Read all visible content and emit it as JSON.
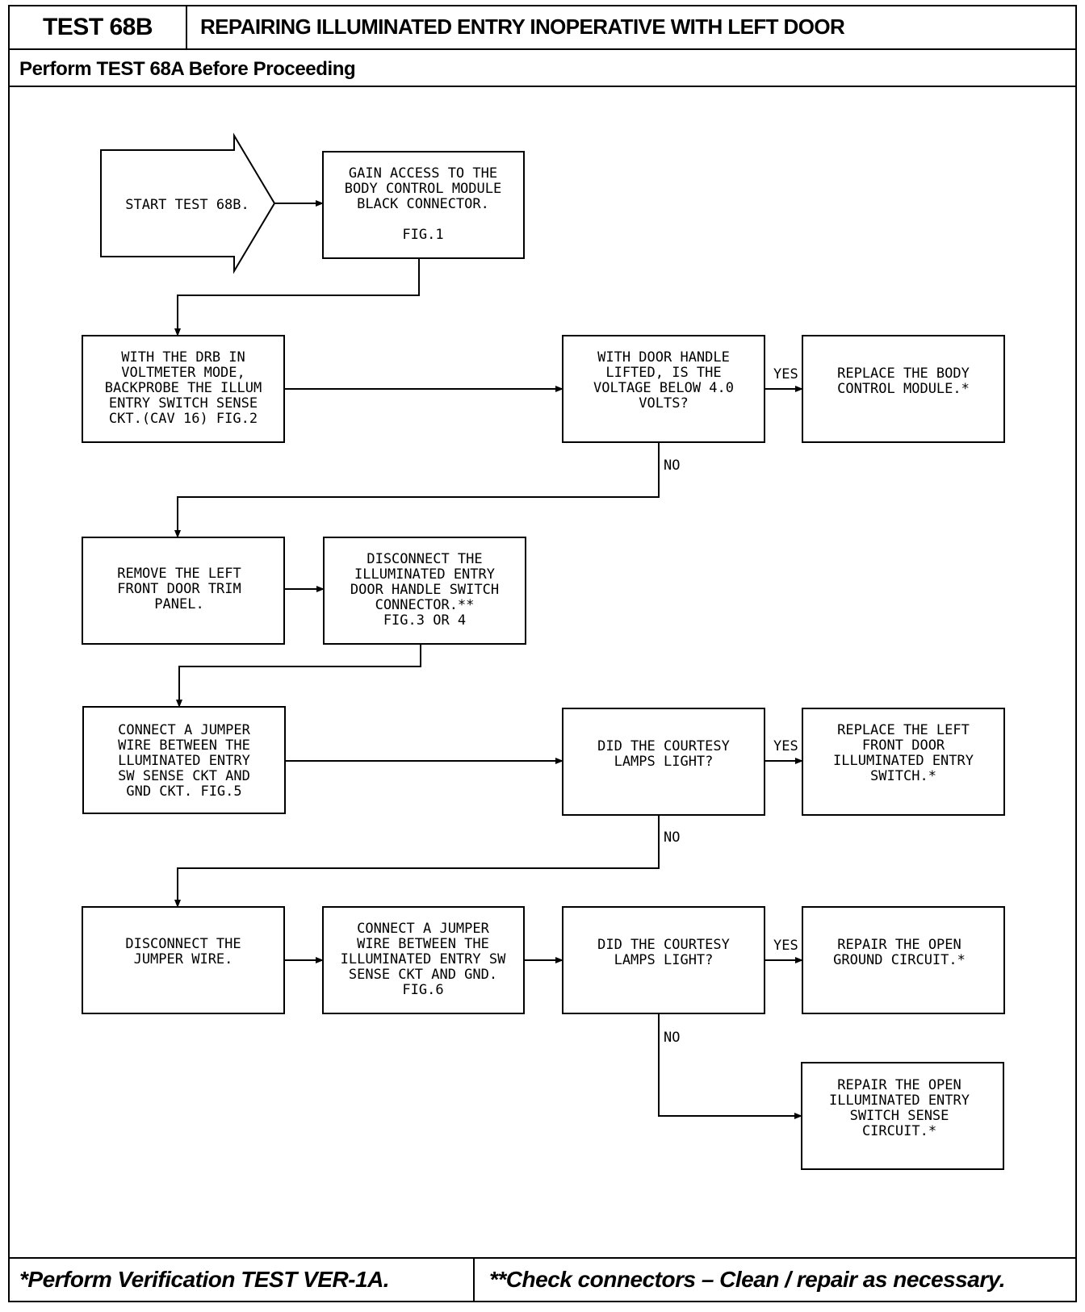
{
  "header": {
    "test_id": "TEST 68B",
    "title": "REPAIRING ILLUMINATED ENTRY INOPERATIVE WITH LEFT DOOR",
    "prerequisite": "Perform TEST 68A Before Proceeding"
  },
  "flowchart": {
    "start": [
      "START TEST 68B."
    ],
    "gain_access": [
      "GAIN ACCESS TO THE",
      "BODY CONTROL MODULE",
      "BLACK CONNECTOR.",
      "",
      "FIG.1"
    ],
    "backprobe": [
      "WITH THE DRB IN",
      "VOLTMETER MODE,",
      "BACKPROBE THE ILLUM",
      "ENTRY SWITCH SENSE",
      "CKT.(CAV 16) FIG.2"
    ],
    "voltage_q": [
      "WITH DOOR HANDLE",
      "LIFTED, IS THE",
      "VOLTAGE BELOW 4.0",
      "VOLTS?"
    ],
    "replace_bcm": [
      "REPLACE THE BODY",
      "CONTROL MODULE.*"
    ],
    "remove_trim": [
      "REMOVE THE LEFT",
      "FRONT DOOR TRIM",
      "PANEL."
    ],
    "disconnect_switch": [
      "DISCONNECT THE",
      "ILLUMINATED ENTRY",
      "DOOR HANDLE SWITCH",
      "CONNECTOR.**",
      "FIG.3 OR 4"
    ],
    "connect_jumper1": [
      "CONNECT A JUMPER",
      "WIRE BETWEEN THE",
      "LLUMINATED ENTRY",
      "SW SENSE CKT AND",
      "GND CKT. FIG.5"
    ],
    "lamps_q1": [
      "DID THE COURTESY",
      "LAMPS LIGHT?"
    ],
    "replace_switch": [
      "REPLACE THE LEFT",
      "FRONT DOOR",
      "ILLUMINATED ENTRY",
      "SWITCH.*"
    ],
    "disconnect_jumper": [
      "DISCONNECT THE",
      "JUMPER WIRE."
    ],
    "connect_jumper2": [
      "CONNECT A JUMPER",
      "WIRE BETWEEN THE",
      "ILLUMINATED ENTRY SW",
      "SENSE CKT AND GND.",
      "FIG.6"
    ],
    "lamps_q2": [
      "DID THE COURTESY",
      "LAMPS LIGHT?"
    ],
    "repair_ground": [
      "REPAIR THE OPEN",
      "GROUND CIRCUIT.*"
    ],
    "repair_sense": [
      "REPAIR THE OPEN",
      "ILLUMINATED ENTRY",
      "SWITCH SENSE",
      "CIRCUIT.*"
    ],
    "yes_label": "YES",
    "no_label": "NO"
  },
  "footer": {
    "left_note": "*Perform Verification TEST VER-1A.",
    "right_note": "**Check connectors – Clean / repair as necessary."
  }
}
